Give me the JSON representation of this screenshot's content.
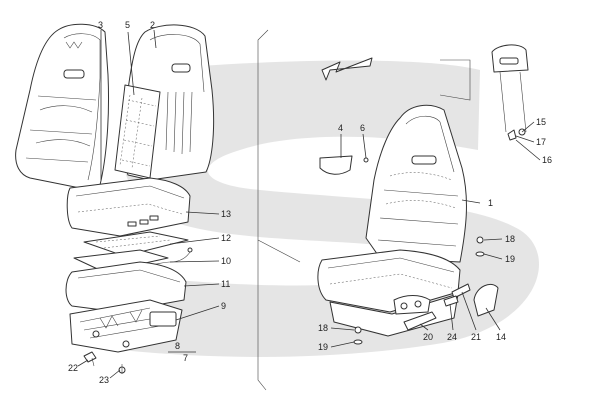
{
  "diagram": {
    "watermark_color": "#d9d9d9",
    "line_color": "#333333",
    "divider_color": "#999999"
  },
  "callouts": {
    "left": [
      {
        "id": "3",
        "text": "3"
      },
      {
        "id": "5",
        "text": "5"
      },
      {
        "id": "2",
        "text": "2"
      },
      {
        "id": "13",
        "text": "13"
      },
      {
        "id": "12",
        "text": "12"
      },
      {
        "id": "10",
        "text": "10"
      },
      {
        "id": "11",
        "text": "11"
      },
      {
        "id": "9",
        "text": "9"
      },
      {
        "id": "8",
        "text": "8"
      },
      {
        "id": "7",
        "text": "7"
      },
      {
        "id": "22",
        "text": "22"
      },
      {
        "id": "23",
        "text": "23"
      }
    ],
    "right": [
      {
        "id": "4",
        "text": "4"
      },
      {
        "id": "6",
        "text": "6"
      },
      {
        "id": "15",
        "text": "15"
      },
      {
        "id": "17",
        "text": "17"
      },
      {
        "id": "16",
        "text": "16"
      },
      {
        "id": "1",
        "text": "1"
      },
      {
        "id": "18a",
        "text": "18"
      },
      {
        "id": "19a",
        "text": "19"
      },
      {
        "id": "18b",
        "text": "18"
      },
      {
        "id": "19b",
        "text": "19"
      },
      {
        "id": "20",
        "text": "20"
      },
      {
        "id": "24",
        "text": "24"
      },
      {
        "id": "21",
        "text": "21"
      },
      {
        "id": "14",
        "text": "14"
      }
    ]
  }
}
